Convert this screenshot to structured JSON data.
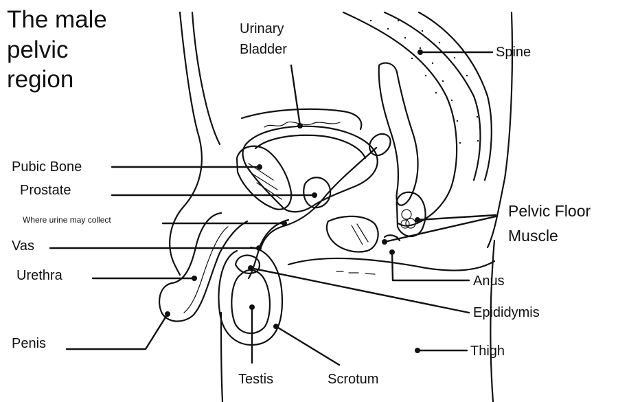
{
  "title": {
    "line1": "The male",
    "line2": "pelvic",
    "line3": "region"
  },
  "labels": {
    "urinary_bladder_line1": "Urinary",
    "urinary_bladder_line2": "Bladder",
    "spine": "Spine",
    "pubic_bone": "Pubic Bone",
    "prostate": "Prostate",
    "where_urine_may_collect": "Where urine may collect",
    "vas": "Vas",
    "urethra": "Urethra",
    "penis": "Penis",
    "pelvic_floor_muscle_line1": "Pelvic Floor",
    "pelvic_floor_muscle_line2": "Muscle",
    "anus": "Anus",
    "epididymis": "Epididymis",
    "thigh": "Thigh",
    "testis": "Testis",
    "scrotum": "Scrotum"
  },
  "colors": {
    "ink": "#111111",
    "background": "#ffffff"
  }
}
